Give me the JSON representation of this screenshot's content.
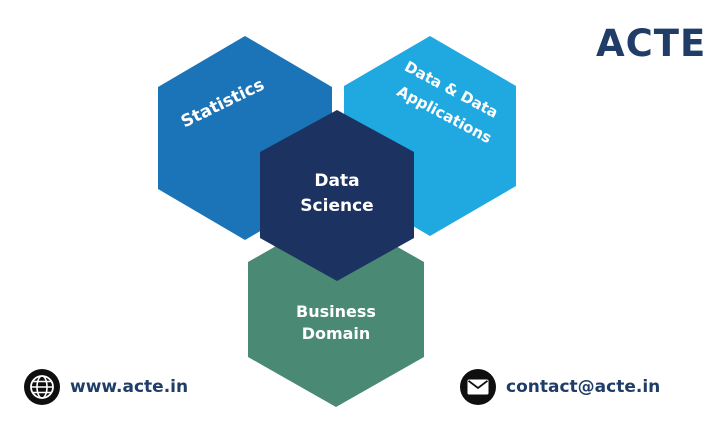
{
  "brand": {
    "logo_text": "ACTE"
  },
  "diagram": {
    "statistics": "Statistics",
    "applications": [
      "Data & Data",
      "Applications"
    ],
    "core": [
      "Data",
      "Science"
    ],
    "business": [
      "Business",
      "Domain"
    ]
  },
  "footer": {
    "website": "www.acte.in",
    "email": "contact@acte.in"
  },
  "colors": {
    "statistics": "#1b73b8",
    "applications": "#20a9e1",
    "core": "#1c3260",
    "business": "#4a8a74",
    "text_dark": "#1f3d67"
  },
  "icons": [
    "globe-icon",
    "mail-icon"
  ]
}
